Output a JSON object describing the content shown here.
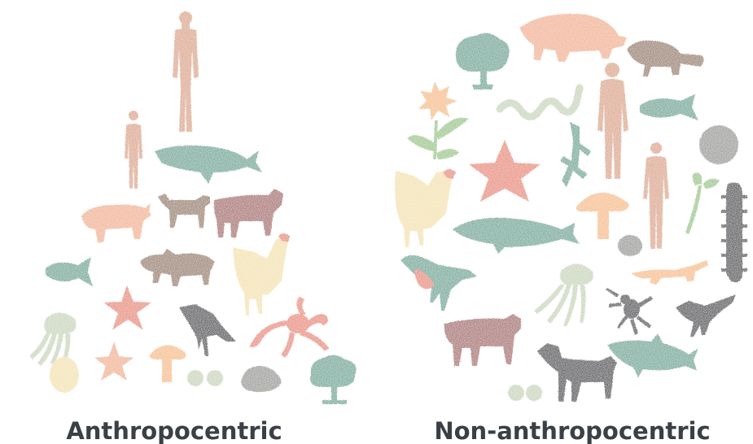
{
  "captions": {
    "left": "Anthropocentric",
    "right": "Non-anthropocentric"
  },
  "colors": {
    "human": "#d08a6c",
    "teal": "#4e8b78",
    "salmon": "#ec9a73",
    "brown": "#7a5c48",
    "maroon": "#8c4a4a",
    "yellow": "#efd898",
    "red": "#e06a58",
    "sage": "#b7c7a6",
    "dark": "#2c2a2d",
    "orange": "#f3a86a",
    "gray": "#7b7d79",
    "green": "#7fb36a"
  },
  "left_figures": [
    "human",
    "human",
    "whale",
    "pig",
    "dog",
    "cow",
    "fish",
    "boar",
    "chicken",
    "starfish",
    "crow",
    "octopus",
    "jellyfish",
    "starfish",
    "mushroom",
    "egg",
    "seeds",
    "rock",
    "tree"
  ],
  "right_figures": [
    "armadillo",
    "rat",
    "tree",
    "flower-plant",
    "snake",
    "human",
    "fish",
    "algae-ball",
    "starfish",
    "lizard",
    "human",
    "sprout",
    "centipede",
    "chicken",
    "dolphin",
    "mushroom",
    "pebble",
    "salamander",
    "bird",
    "jellyfish",
    "spider",
    "sparrow",
    "cow",
    "dog",
    "shark",
    "seeds"
  ]
}
